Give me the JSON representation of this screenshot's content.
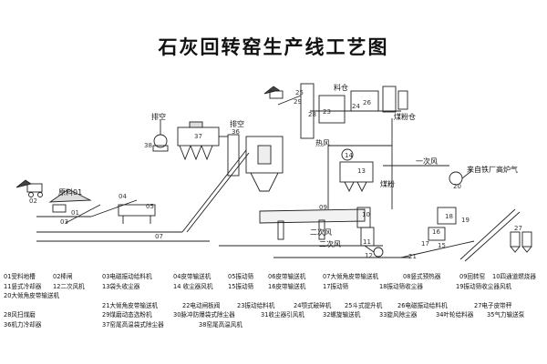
{
  "title": "石灰回转窑生产线工艺图",
  "labels": {
    "raw_material": "原料01",
    "exhaust_1": "排空",
    "exhaust_2": "排空",
    "material_bin": "料仓",
    "coal_bin": "煤粉仓",
    "hot_air": "热风",
    "coal_powder": "煤粉",
    "primary_air": "一次风",
    "secondary_air_1": "二次风",
    "secondary_air_2": "二次风",
    "gas_source": "来自铁厂高炉气"
  },
  "numbers": [
    "01",
    "02",
    "03",
    "04",
    "05",
    "07",
    "09",
    "10",
    "11",
    "12",
    "13",
    "14",
    "15",
    "16",
    "17",
    "18",
    "19",
    "20",
    "21",
    "23",
    "24",
    "25",
    "26",
    "27",
    "28",
    "29",
    "36",
    "37",
    "38"
  ],
  "legend_rows": [
    [
      "01受料地槽",
      "02棒闸",
      "03电磁振动给料机",
      "04皮带输送机",
      "05振动筛",
      "06皮带输送机",
      "07大倾角皮带输送机",
      "08竖式预热器",
      "09回转窑",
      "10四通道燃烧器"
    ],
    [
      "11竖式冷却器",
      "12二次风机",
      "13袋头收尘器",
      "14 收尘器风机",
      "15振动筛",
      "16皮带输送机",
      "17振动筛",
      "18振动筛收尘器",
      "19振动筛收尘器风机"
    ],
    [
      "20大倾角皮带输送机"
    ],
    [
      "21大倾角皮带输送机",
      "22电动闸板阀",
      "23振动给料机",
      "24颚式破碎机",
      "25斗式提升机",
      "26电磁振动给料机",
      "27电子皮带秤"
    ],
    [
      "28风扫煤磨",
      "29煤磨动态选粉机",
      "30脉冲防爆袋式除尘器",
      "31收尘器引风机",
      "32螺旋输送机",
      "33旋风除尘器",
      "34叶轮给料器",
      "35气力输送泵"
    ],
    [
      "36机力冷却器",
      "37窑尾高温袋式除尘器",
      "38窑尾高温风机"
    ]
  ]
}
